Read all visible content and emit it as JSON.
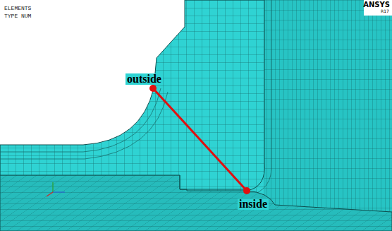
{
  "diagram": {
    "labels": [
      "ELEMENTS",
      "TYPE NUM",
      "ANSYS",
      "R17",
      "outside",
      "inside"
    ]
  }
}
